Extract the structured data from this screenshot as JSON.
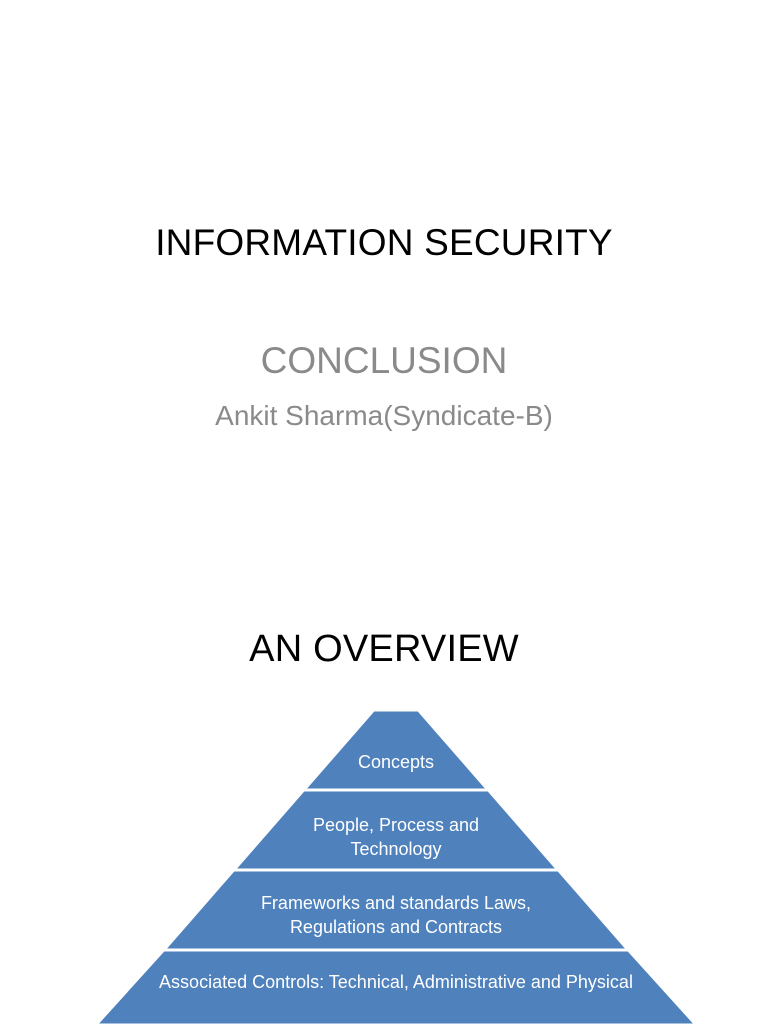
{
  "slide1": {
    "title": "INFORMATION SECURITY",
    "subtitle": "CONCLUSION",
    "author": "Ankit Sharma(Syndicate-B)"
  },
  "slide2": {
    "title": "AN OVERVIEW",
    "pyramid": {
      "fill_color": "#4f81bd",
      "text_color": "#ffffff",
      "tiers": [
        {
          "label": "Concepts"
        },
        {
          "label": "People, Process and Technology"
        },
        {
          "label": "Frameworks and standards Laws, Regulations and Contracts"
        },
        {
          "label": "Associated Controls: Technical, Administrative and Physical"
        }
      ]
    }
  }
}
